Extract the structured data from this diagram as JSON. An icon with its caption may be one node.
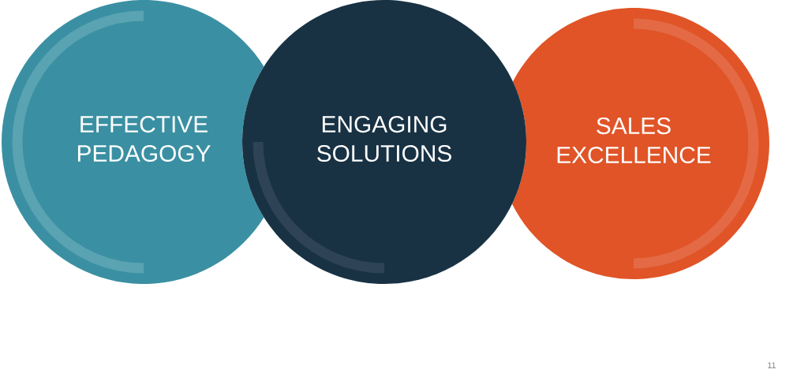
{
  "diagram": {
    "nodes": [
      {
        "text": [
          "EFFECTIVE PEDAGOGY"
        ]
      },
      {
        "text": [
          "ENGAGING SOLUTIONS"
        ]
      },
      {
        "text": [
          "SALES EXCELLENCE"
        ]
      }
    ],
    "labels": [
      "11"
    ]
  }
}
